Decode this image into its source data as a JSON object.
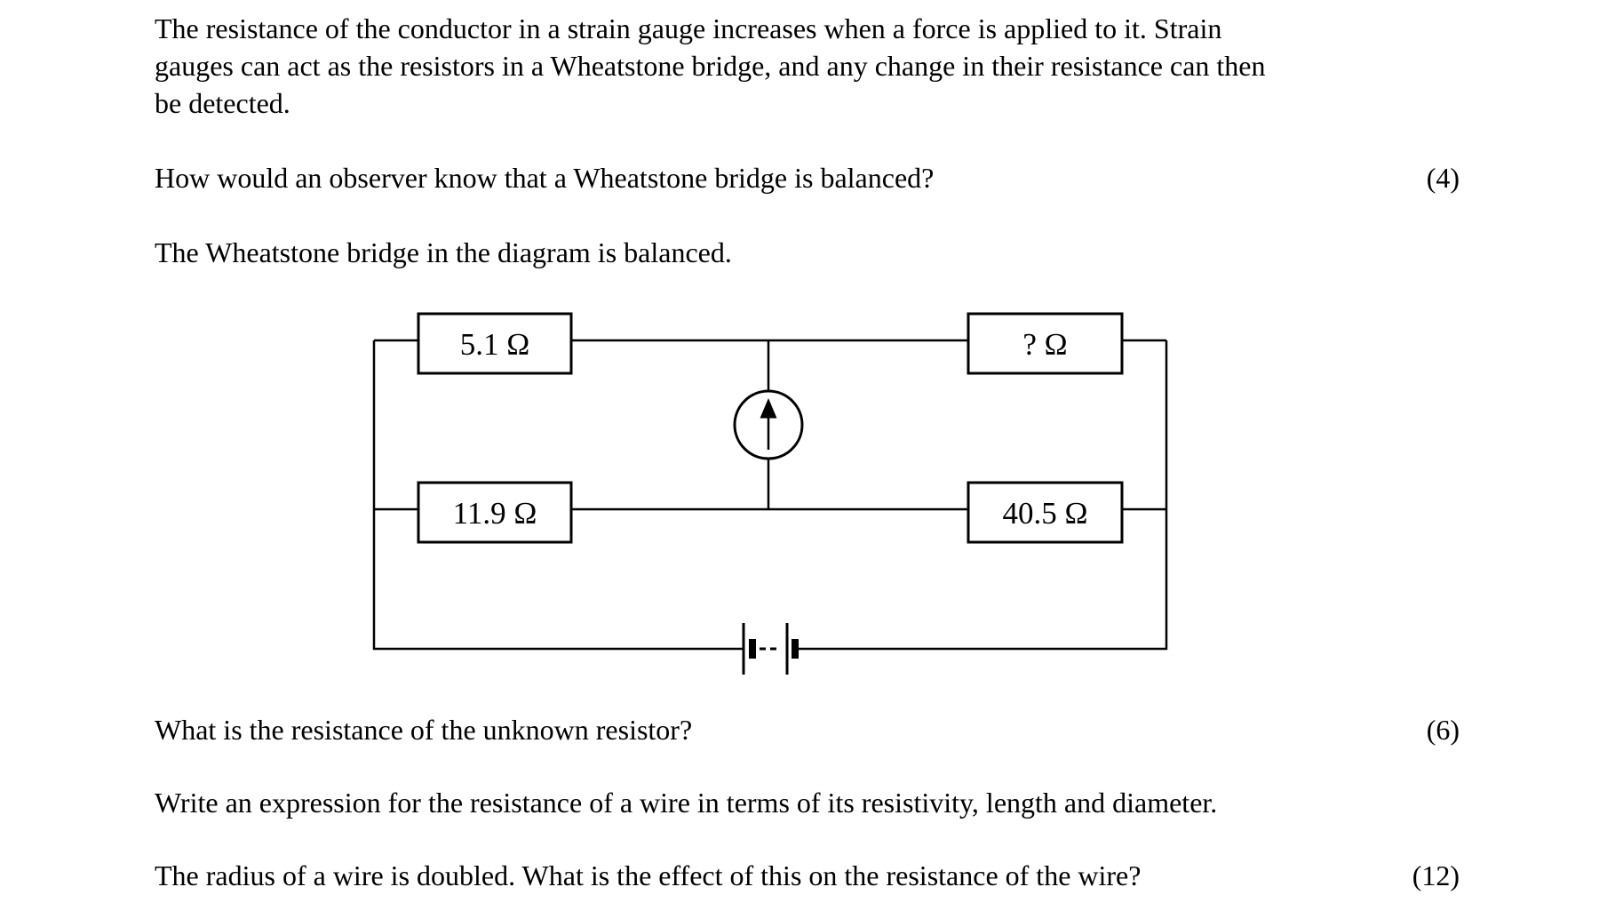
{
  "page": {
    "background": "#ffffff",
    "text_color": "#000000",
    "line_color": "#000000"
  },
  "intro_lines": [
    "The resistance of the conductor in a strain gauge increases when a force is applied to it. Strain",
    "gauges can act as the resistors in a Wheatstone bridge, and any change in their resistance can then",
    "be detected."
  ],
  "q_balanced": {
    "text": "How would an observer know that a Wheatstone bridge is balanced?",
    "marks": "(4)"
  },
  "statement": "The Wheatstone bridge in the diagram is balanced.",
  "circuit": {
    "resistor_top_left": "5.1 Ω",
    "resistor_top_right": "? Ω",
    "resistor_bottom_left": "11.9 Ω",
    "resistor_bottom_right": "40.5 Ω",
    "icons": {
      "galvanometer": "circle-with-up-arrow-icon",
      "battery": "two-cell-battery-with-dashed-gap-icon"
    }
  },
  "q_unknown": {
    "text": "What is the resistance of the unknown resistor?",
    "marks": "(6)"
  },
  "q_expression": {
    "text": "Write an expression for the resistance of a wire in terms of its resistivity, length and diameter."
  },
  "q_radius": {
    "text": "The radius of a wire is doubled. What is the effect of this on the resistance of the wire?",
    "marks": "(12)"
  }
}
